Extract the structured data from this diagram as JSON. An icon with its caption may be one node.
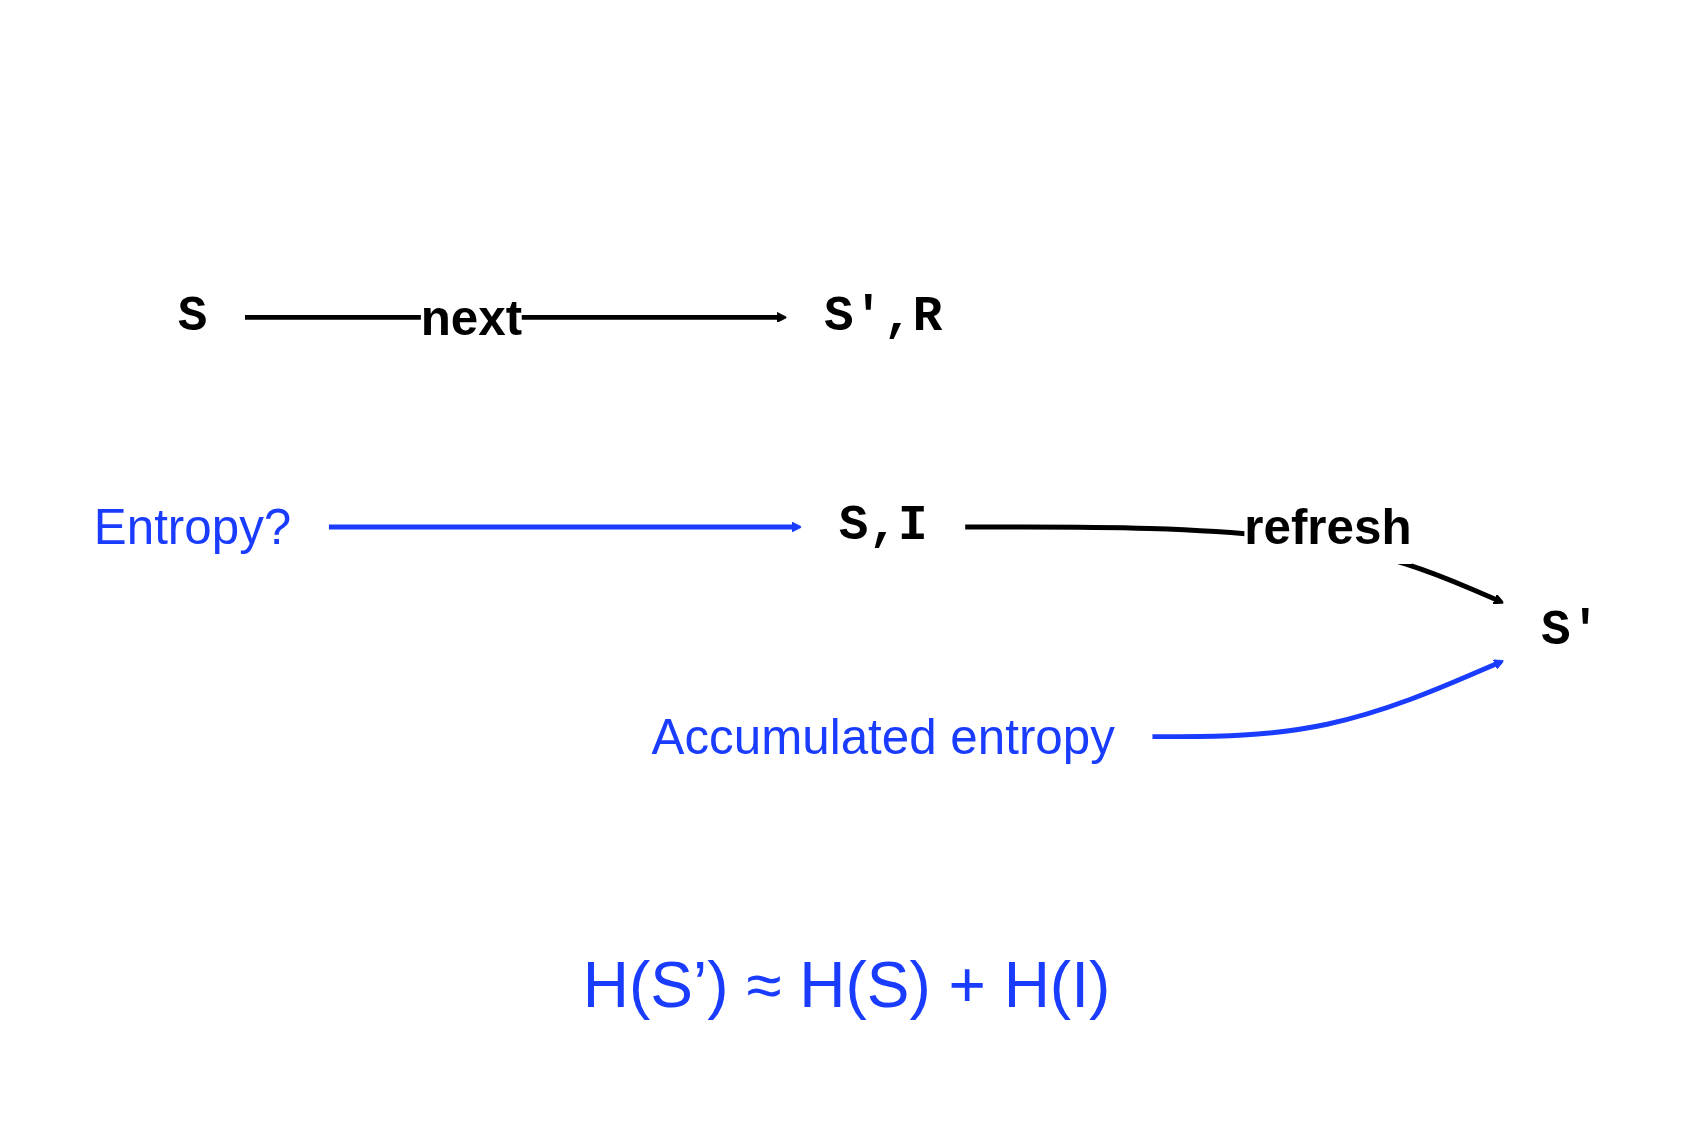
{
  "diagram": {
    "nodes": [
      {
        "text": [
          "S"
        ]
      },
      {
        "text": [
          "S',R"
        ]
      },
      {
        "text": [
          "S,I"
        ]
      },
      {
        "text": [
          "S'"
        ]
      },
      {
        "text": [
          "Entropy?"
        ]
      },
      {
        "text": [
          "Accumulated entropy"
        ]
      }
    ],
    "edges": [
      {
        "from": 0,
        "to": 1,
        "arrow": "to",
        "label": "next"
      },
      {
        "from": 2,
        "to": 3,
        "arrow": "to",
        "label": "refresh"
      },
      {
        "from": 4,
        "to": 2,
        "arrow": "to",
        "color": "#1a3cff"
      },
      {
        "from": 5,
        "to": 3,
        "arrow": "to",
        "color": "#1a3cff"
      }
    ],
    "labels": [
      "H(S’) ≈ H(S) + H(I)"
    ]
  }
}
